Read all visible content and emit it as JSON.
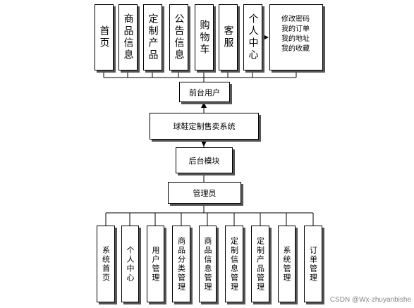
{
  "top_modules": [
    "首页",
    "商品信息",
    "定制产品",
    "公告信息",
    "购物车",
    "客服",
    "个人中心"
  ],
  "personal_center_items": "修改密码\n我的订单\n我的地址\n我的收藏",
  "front_user": "前台用户",
  "system_name": "球鞋定制售卖系统",
  "backend_module": "后台模块",
  "admin": "管理员",
  "admin_modules": [
    "系统首页",
    "个人中心",
    "用户管理",
    "商品分类管理",
    "商品信息管理",
    "定制信息管理",
    "定制产品管理",
    "系统管理",
    "订单管理"
  ],
  "watermark": "CSDN @Wx-zhuyanbishe"
}
